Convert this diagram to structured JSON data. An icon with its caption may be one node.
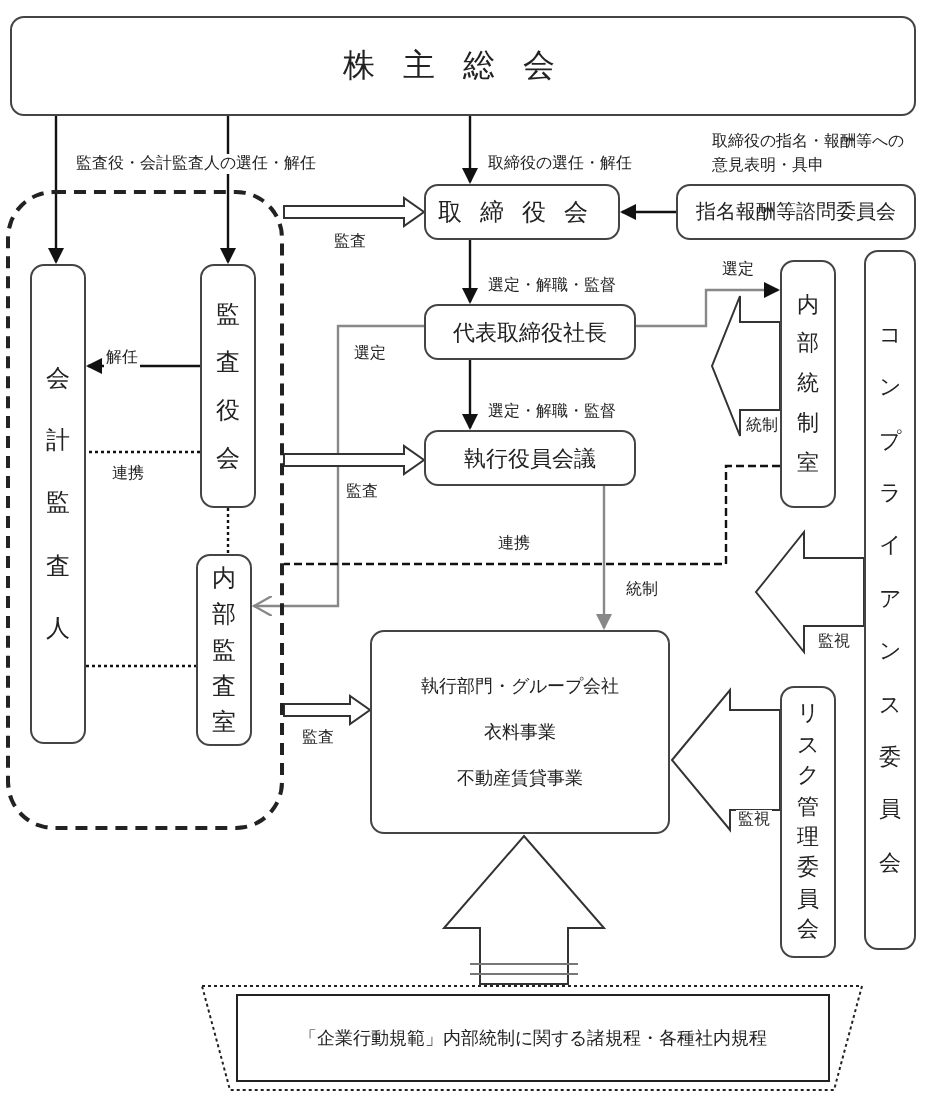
{
  "diagram": {
    "nodes": [
      {
        "text": [
          "株主総会"
        ]
      },
      {
        "text": [
          "取締役会"
        ]
      },
      {
        "text": [
          "指名報酬等諮問委員会"
        ],
        "beside": [
          "取締役の指名・報酬等への意見表明・具申"
        ]
      },
      {
        "text": [],
        "shape": "box"
      },
      {
        "text": [
          "会計監査人"
        ],
        "in": 3
      },
      {
        "text": [
          "監査役会"
        ],
        "in": 3
      },
      {
        "text": [
          "内部監査室"
        ],
        "in": 3
      },
      {
        "text": [
          "代表取締役社長"
        ]
      },
      {
        "text": [
          "執行役員会議"
        ]
      },
      {
        "text": [
          "内部統制室"
        ]
      },
      {
        "text": [
          "コンプライアンス委員会"
        ]
      },
      {
        "text": [
          "執行部門・グループ会社",
          "衣料事業",
          "不動産賃貸事業"
        ]
      },
      {
        "text": [
          "リスク管理委員会"
        ]
      },
      {
        "text": [],
        "shape": "trapezoid"
      },
      {
        "text": [
          "「企業行動規範」内部統制に関する諸規程・各種社内規程"
        ],
        "in": 13
      }
    ],
    "edges": [
      {
        "from": 0,
        "to": 4,
        "arrow": "to",
        "label": "監査役・会計監査人の選任・解任"
      },
      {
        "from": 0,
        "to": 5,
        "arrow": "to"
      },
      {
        "from": 0,
        "to": 1,
        "arrow": "to",
        "label": "取締役の選任・解任"
      },
      {
        "from": 2,
        "to": 1,
        "arrow": "to"
      },
      {
        "from": 3,
        "to": 1,
        "arrow": "to",
        "label": "監査"
      },
      {
        "from": 1,
        "to": 7,
        "arrow": "to",
        "label": "選定・解職・監督"
      },
      {
        "from": 7,
        "to": 8,
        "arrow": "to",
        "label": "選定・解職・監督"
      },
      {
        "from": 5,
        "to": 4,
        "arrow": "to",
        "label": "解任"
      },
      {
        "from": 5,
        "to": 4,
        "arrow": "none",
        "label": "連携",
        "style": "dashed"
      },
      {
        "from": 5,
        "to": 6,
        "arrow": "none",
        "style": "dashed"
      },
      {
        "from": 4,
        "to": 6,
        "arrow": "none",
        "style": "dashed"
      },
      {
        "from": 7,
        "to": 6,
        "arrow": "to",
        "label": "選定",
        "color": "#888888"
      },
      {
        "from": 3,
        "to": 8,
        "arrow": "to",
        "label": "監査"
      },
      {
        "from": 3,
        "to": 11,
        "arrow": "to",
        "label": "監査"
      },
      {
        "from": 7,
        "to": 9,
        "arrow": "to",
        "label": "選定",
        "color": "#888888"
      },
      {
        "from": 9,
        "to": 3,
        "arrow": "none",
        "label": "連携",
        "style": "dashed"
      },
      {
        "from": 9,
        "to": 7,
        "arrow": "to",
        "label": "統制"
      },
      {
        "from": 8,
        "to": 11,
        "arrow": "to",
        "label": "統制",
        "color": "#888888"
      },
      {
        "from": 10,
        "to": 11,
        "arrow": "to",
        "label": "監視"
      },
      {
        "from": 12,
        "to": 11,
        "arrow": "to",
        "label": "監視"
      },
      {
        "from": 13,
        "to": 11,
        "arrow": "to"
      }
    ]
  }
}
